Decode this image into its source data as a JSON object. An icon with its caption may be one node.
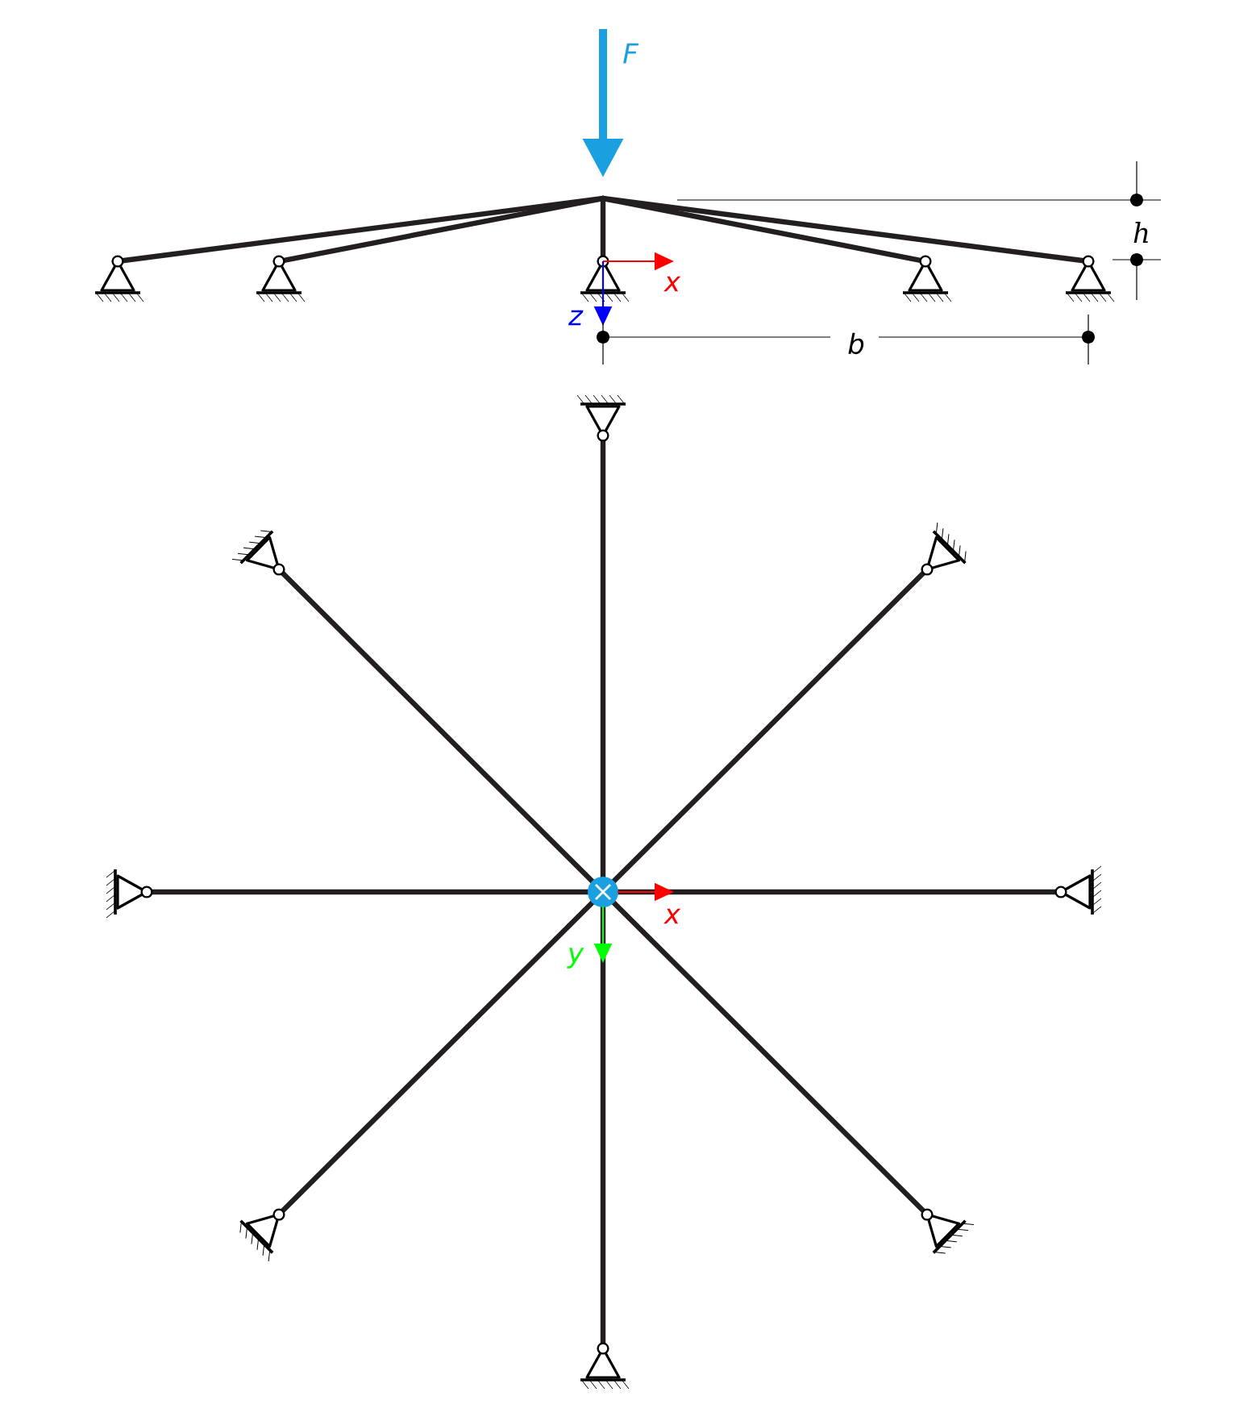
{
  "diagram": {
    "labels": [
      "F",
      "h",
      "x",
      "z",
      "b",
      "x",
      "y"
    ]
  }
}
